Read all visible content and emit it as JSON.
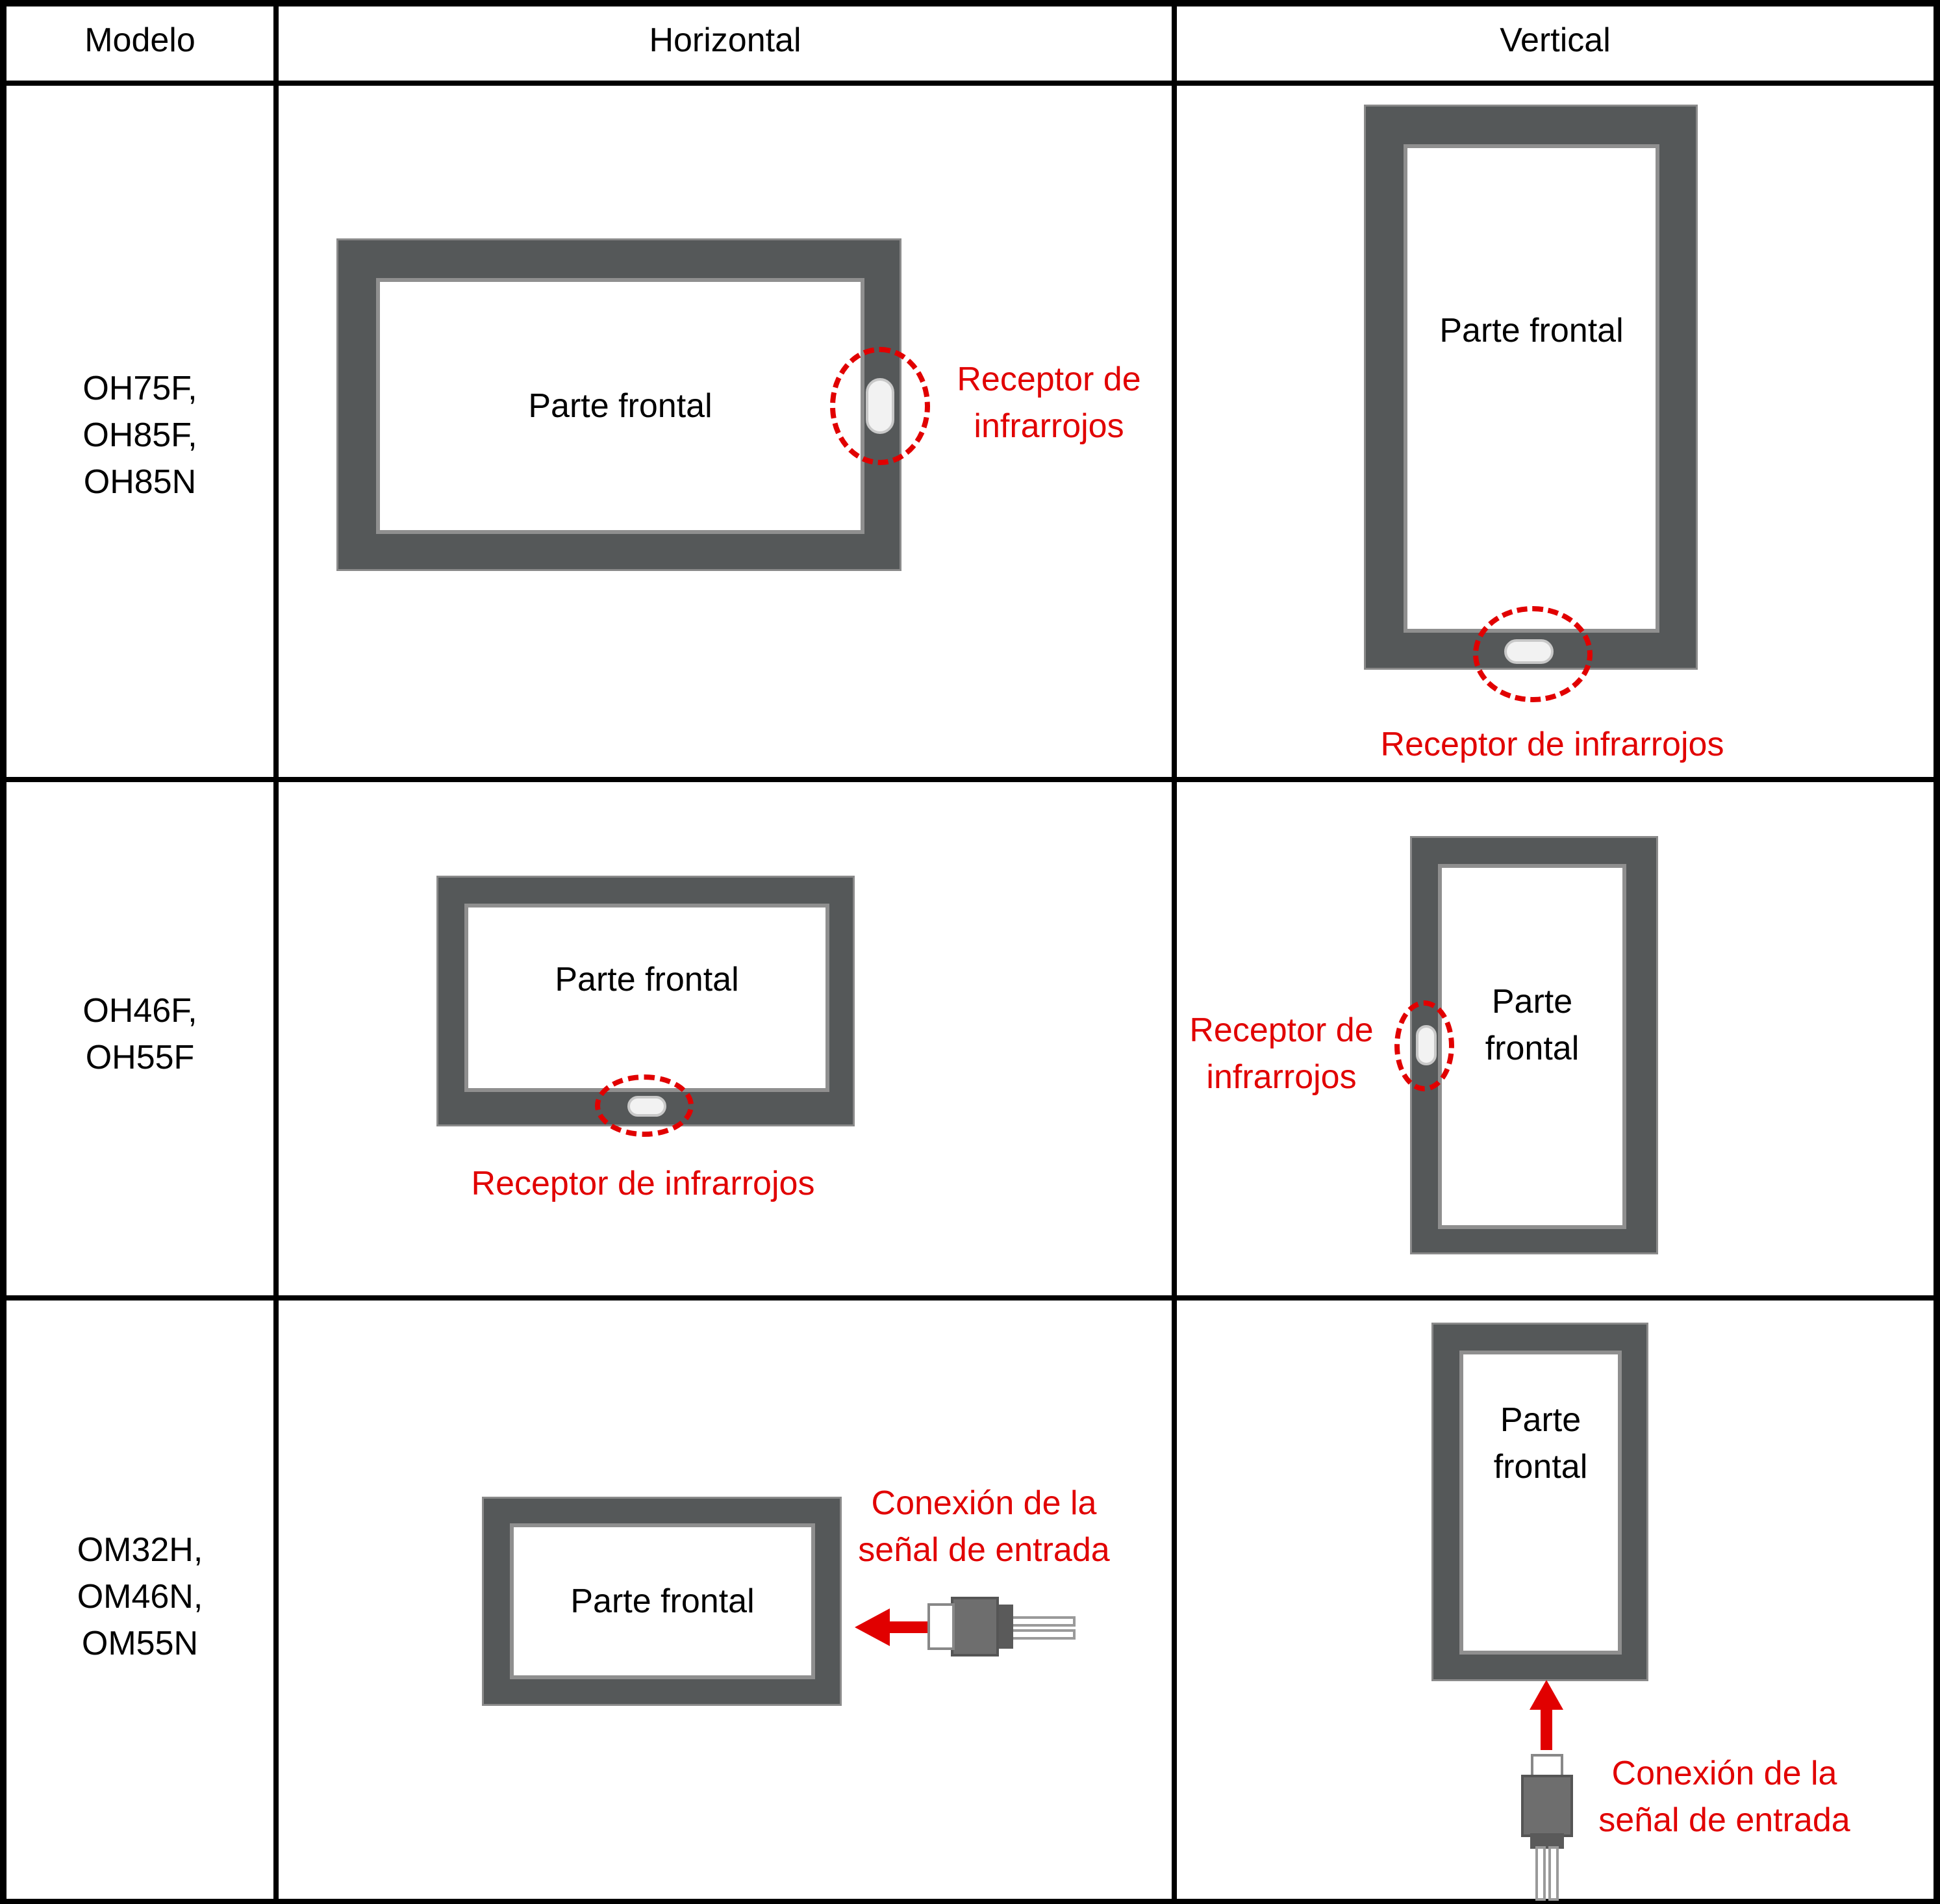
{
  "table": {
    "headers": {
      "model": "Modelo",
      "horizontal": "Horizontal",
      "vertical": "Vertical"
    },
    "rows": [
      {
        "models": "OH75F,\nOH85F,\nOH85N",
        "horizontal": {
          "screen_label": "Parte frontal",
          "callout": "Receptor de\ninfrarrojos"
        },
        "vertical": {
          "screen_label": "Parte frontal",
          "callout": "Receptor de infrarrojos"
        }
      },
      {
        "models": "OH46F,\nOH55F",
        "horizontal": {
          "screen_label": "Parte frontal",
          "callout": "Receptor de infrarrojos"
        },
        "vertical": {
          "screen_label": "Parte\nfrontal",
          "callout": "Receptor de\ninfrarrojos"
        }
      },
      {
        "models": "OM32H,\nOM46N,\nOM55N",
        "horizontal": {
          "screen_label": "Parte frontal",
          "callout": "Conexión de la\nseñal de entrada"
        },
        "vertical": {
          "screen_label": "Parte\nfrontal",
          "callout": "Conexión de la\nseñal de entrada"
        }
      }
    ]
  },
  "colors": {
    "accent": "#e10000",
    "bezel": "#555859",
    "line": "#000000"
  },
  "icons": {
    "ir_sensor": "ir-receiver-icon",
    "connector": "signal-connector-icon",
    "arrow": "arrow-icon"
  }
}
